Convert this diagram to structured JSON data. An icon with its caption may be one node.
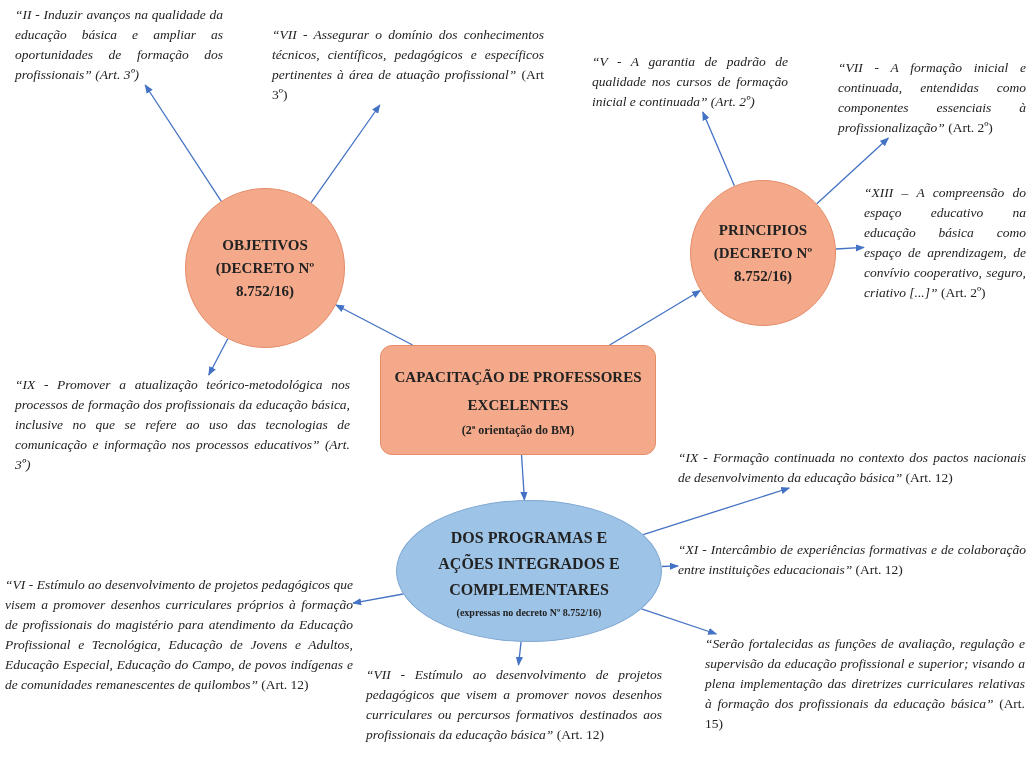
{
  "diagram": {
    "nodes": [
      {
        "text": [
          "*“II - Induzir avanços na qualidade da educação básica e ampliar as oportunidades de formação dos profissionais” (Art. 3º)*"
        ]
      },
      {
        "text": [
          "*“VII - Assegurar o domínio dos conhecimentos técnicos, científicos, pedagógicos e específicos pertinentes à área de atuação profissional”* (Art 3º)"
        ]
      },
      {
        "text": [
          "*“V - A garantia de padrão de qualidade nos cursos de formação inicial e continuada” (Art. 2º)*"
        ]
      },
      {
        "text": [
          "*“VII - A formação inicial e continuada, entendidas como componentes essenciais à profissionalização”* (Art. 2º)"
        ]
      },
      {
        "text": [
          "OBJETIVOS (DECRETO Nº 8.752/16)"
        ]
      },
      {
        "text": [
          "PRINCIPIOS (DECRETO Nº 8.752/16)"
        ]
      },
      {
        "text": [
          "*“XIII – A compreensão do espaço educativo na educação básica como espaço de aprendizagem, de convívio cooperativo, seguro, criativo [...]”* (Art. 2º)"
        ]
      },
      {
        "text": [
          "CAPACITAÇÃO DE PROFESSORES EXCELENTES",
          "(2ª orientação do BM)"
        ]
      },
      {
        "text": [
          "*“IX - Promover a atualização teórico-metodológica nos processos de formação dos profissionais da educação básica, inclusive no que se refere ao uso das tecnologias de comunicação e informação nos processos educativos” (Art. 3º)*"
        ]
      },
      {
        "text": [
          "*“IX - Formação continuada no contexto dos pactos nacionais de desenvolvimento da educação básica”* (Art. 12)"
        ]
      },
      {
        "text": [
          "DOS PROGRAMAS E AÇÕES INTEGRADOS E COMPLEMENTARES",
          "(expressas no decreto Nº 8.752/16)"
        ]
      },
      {
        "text": [
          "*“XI - Intercâmbio de experiências formativas e de colaboração entre instituições educacionais”* (Art. 12)"
        ]
      },
      {
        "text": [
          "*“VI - Estímulo ao desenvolvimento de projetos pedagógicos que visem a promover desenhos curriculares próprios à formação de profissionais do magistério para atendimento da Educação Profissional e Tecnológica, Educação de Jovens e Adultos, Educação Especial, Educação do Campo, de povos indígenas e de comunidades remanescentes de quilombos”* (Art. 12)"
        ]
      },
      {
        "text": [
          "*“VII - Estímulo ao desenvolvimento de projetos pedagógicos que visem a promover novos desenhos curriculares ou percursos formativos destinados aos profissionais da educação básica”* (Art. 12)"
        ]
      },
      {
        "text": [
          "*“Serão fortalecidas as funções de avaliação, regulação e supervisão da educação profissional e superior; visando a plena implementação das diretrizes curriculares relativas à formação dos profissionais da educação básica”* (Art. 15)"
        ]
      }
    ],
    "edges": [
      {
        "from": 7,
        "to": 4,
        "arrow": "to"
      },
      {
        "from": 7,
        "to": 5,
        "arrow": "to"
      },
      {
        "from": 4,
        "to": 0,
        "arrow": "to"
      },
      {
        "from": 4,
        "to": 1,
        "arrow": "to"
      },
      {
        "from": 4,
        "to": 8,
        "arrow": "to"
      },
      {
        "from": 5,
        "to": 2,
        "arrow": "to"
      },
      {
        "from": 5,
        "to": 3,
        "arrow": "to"
      },
      {
        "from": 5,
        "to": 6,
        "arrow": "to"
      },
      {
        "from": 7,
        "to": 10,
        "arrow": "to"
      },
      {
        "from": 10,
        "to": 9,
        "arrow": "to"
      },
      {
        "from": 10,
        "to": 11,
        "arrow": "to"
      },
      {
        "from": 10,
        "to": 12,
        "arrow": "to"
      },
      {
        "from": 10,
        "to": 13,
        "arrow": "to"
      },
      {
        "from": 10,
        "to": 14,
        "arrow": "to"
      }
    ]
  }
}
